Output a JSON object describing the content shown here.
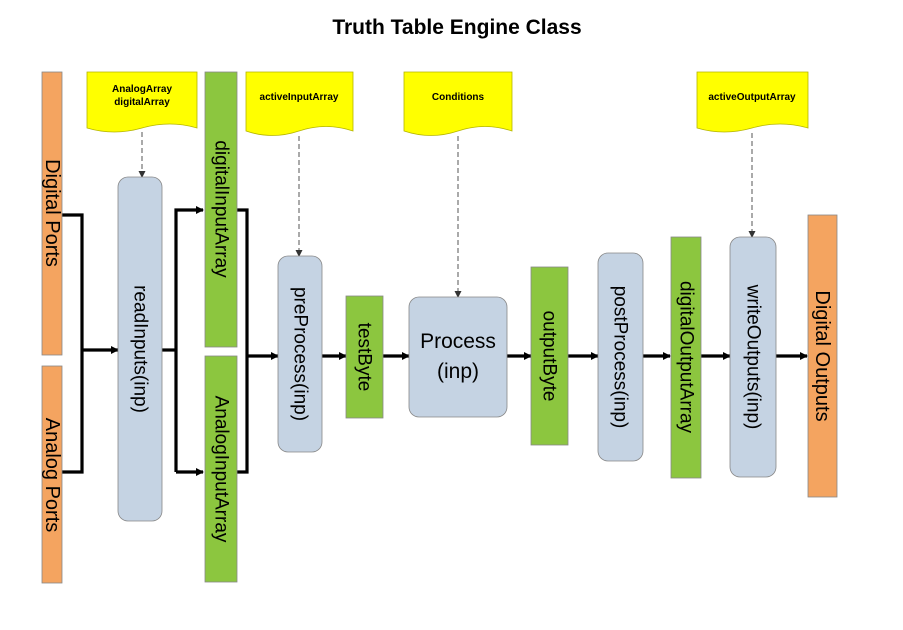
{
  "title": "Truth Table Engine Class",
  "ports": {
    "digital_ports": "Digital Ports",
    "analog_ports": "Analog Ports",
    "digital_outputs": "Digital Outputs"
  },
  "arrays": {
    "digital_input_array": "digitalInputArray",
    "analog_input_array": "AnalogInputArray",
    "test_byte": "testByte",
    "output_byte": "outputByte",
    "digital_output_array": "digitalOutputArray"
  },
  "functions": {
    "read_inputs": "readInputs(inp)",
    "pre_process": "preProcess(inp)",
    "process_line1": "Process",
    "process_line2": "(inp)",
    "post_process": "postProcess(inp)",
    "write_outputs": "writeOutputs(inp)"
  },
  "notes": {
    "analog_digital_line1": "AnalogArray",
    "analog_digital_line2": "digitalArray",
    "active_input_array": "activeInputArray",
    "conditions": "Conditions",
    "active_output_array": "activeOutputArray"
  },
  "colors": {
    "port": "#f4a460",
    "array": "#8cc63f",
    "function": "#c5d3e3",
    "note": "#ffff00",
    "note_border": "#c8c800"
  }
}
